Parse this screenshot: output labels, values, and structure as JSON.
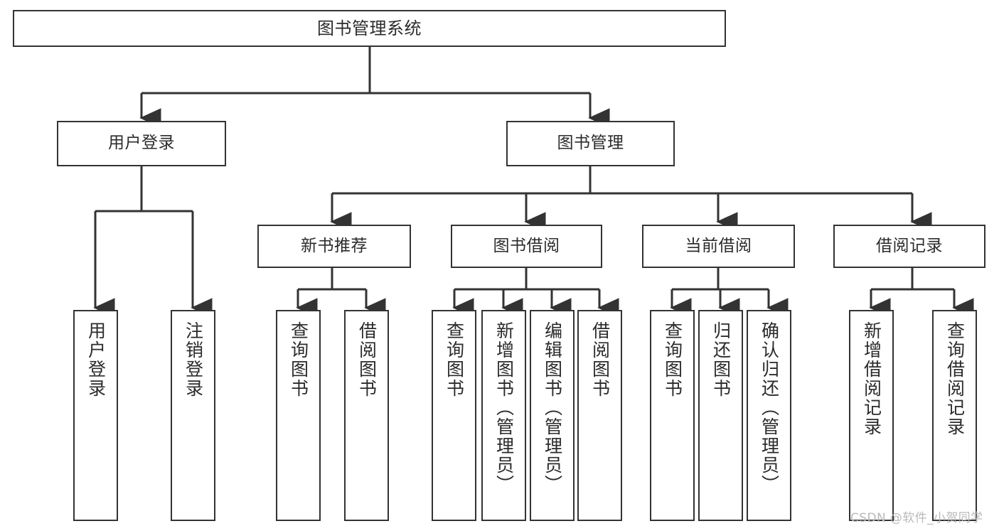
{
  "diagram": {
    "type": "tree",
    "title": "图书管理系统",
    "background_color": "#ffffff",
    "box_border_color": "#333333",
    "box_fill_color": "#ffffff",
    "text_color": "#2b2b2b",
    "connector_color": "#333333",
    "nodes": {
      "root": {
        "label": "图书管理系统"
      },
      "level1": [
        {
          "id": "user-login",
          "label": "用户登录"
        },
        {
          "id": "book-management",
          "label": "图书管理"
        }
      ],
      "level2": [
        {
          "id": "new-book-recommend",
          "label": "新书推荐"
        },
        {
          "id": "book-borrow",
          "label": "图书借阅"
        },
        {
          "id": "current-borrow",
          "label": "当前借阅"
        },
        {
          "id": "borrow-record",
          "label": "借阅记录"
        }
      ],
      "leaves": {
        "user_login": [
          {
            "id": "leaf-user-login",
            "label": "用户登录"
          },
          {
            "id": "leaf-logout-login",
            "label": "注销登录"
          }
        ],
        "new_book_recommend": [
          {
            "id": "leaf-query-book-1",
            "label": "查询图书"
          },
          {
            "id": "leaf-borrow-book-1",
            "label": "借阅图书"
          }
        ],
        "book_borrow": [
          {
            "id": "leaf-query-book-2",
            "label": "查询图书"
          },
          {
            "id": "leaf-add-book-admin",
            "label": "新增图书（管理员）"
          },
          {
            "id": "leaf-edit-book-admin",
            "label": "编辑图书（管理员）"
          },
          {
            "id": "leaf-borrow-book-2",
            "label": "借阅图书"
          }
        ],
        "current_borrow": [
          {
            "id": "leaf-query-book-3",
            "label": "查询图书"
          },
          {
            "id": "leaf-return-book",
            "label": "归还图书"
          },
          {
            "id": "leaf-confirm-return-admin",
            "label": "确认归还（管理员）"
          }
        ],
        "borrow_record": [
          {
            "id": "leaf-add-borrow-record",
            "label": "新增借阅记录"
          },
          {
            "id": "leaf-query-borrow-record",
            "label": "查询借阅记录"
          }
        ]
      }
    }
  },
  "watermark": {
    "text": "CSDN @软件_小贺同学",
    "color": "#b9b9b9"
  }
}
